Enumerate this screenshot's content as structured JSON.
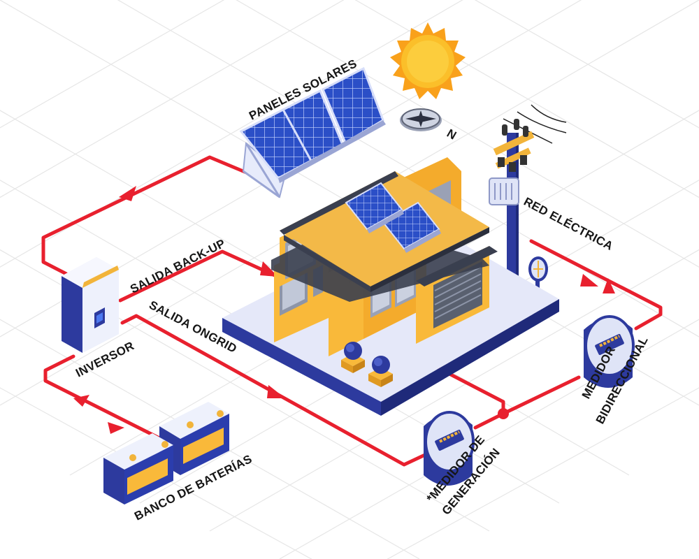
{
  "labels": {
    "paneles_solares": "PANELES SOLARES",
    "north": "N",
    "red_electrica": "RED ELÉCTRICA",
    "salida_backup": "SALIDA BACK-UP",
    "salida_ongrid": "SALIDA ONGRID",
    "inversor": "INVERSOR",
    "banco_baterias": "BANCO DE BATERÍAS",
    "medidor_bidireccional_1": "MEDIDOR",
    "medidor_bidireccional_2": "BIDIRECCIONAL",
    "medidor_generacion_1": "*MEDIDOR DE",
    "medidor_generacion_2": "GENERACIÓN"
  },
  "colors": {
    "flow_line": "#e8202e",
    "panel_blue": "#2b4fc7",
    "house_yellow": "#f9b93a",
    "roof_dark": "#3a3f4f",
    "base_lavender": "#dfe3f7",
    "base_side": "#2d3a9e",
    "sun": "#f7a81b",
    "grid": "#e4e4e4"
  }
}
